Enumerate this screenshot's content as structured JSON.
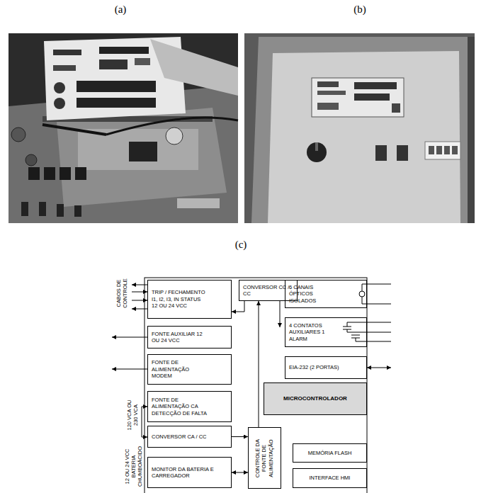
{
  "diagram": {
    "nodes": [
      {
        "text": [
          "TRIP / FECHAMENTO I1, I2, I3, IN STATUS 12 OU 24 VCC"
        ]
      },
      {
        "text": [
          "CONVERSOR CC / CC"
        ]
      },
      {
        "text": [
          "6 CANAIS ÓPTICOS ISOLADOS"
        ]
      },
      {
        "text": [
          "FONTE AUXILIAR 12 OU 24 VCC"
        ]
      },
      {
        "text": [
          "4 CONTATOS AUXILIARES 1 ALARM"
        ]
      },
      {
        "text": [
          "FONTE DE ALIMENTAÇÃO MODEM"
        ]
      },
      {
        "text": [
          "EIA-232 (2 PORTAS)"
        ]
      },
      {
        "text": [
          "MICROCONTROLADOR"
        ]
      },
      {
        "text": [
          "FONTE DE ALIMENTAÇÃO CA DETECÇÃO DE FALTA"
        ]
      },
      {
        "text": [
          "CONVERSOR CA / CC"
        ]
      },
      {
        "text": [
          "CONTROLE DA FONTE DE ALIMENTAÇÃO"
        ]
      },
      {
        "text": [
          "MEMÓRIA FLASH"
        ]
      },
      {
        "text": [
          "MONITOR DA BATERIA E CARREGADOR"
        ]
      },
      {
        "text": [
          "INTERFACE HMI"
        ]
      }
    ],
    "edges": [
      {
        "from": 1,
        "to": 0,
        "arrow": "to"
      },
      {
        "from": 10,
        "to": 1,
        "arrow": "to"
      },
      {
        "from": 9,
        "to": 10,
        "arrow": "to"
      },
      {
        "from": 12,
        "to": 10,
        "arrow": "both"
      }
    ],
    "labels": [
      "(a)",
      "(b)",
      "(c)",
      "CABOS DE CONTROLE",
      "120 VCA OU 230 VCA",
      "12 OU 24 VCC BATERIA CHUMBOÁCIDO"
    ]
  }
}
